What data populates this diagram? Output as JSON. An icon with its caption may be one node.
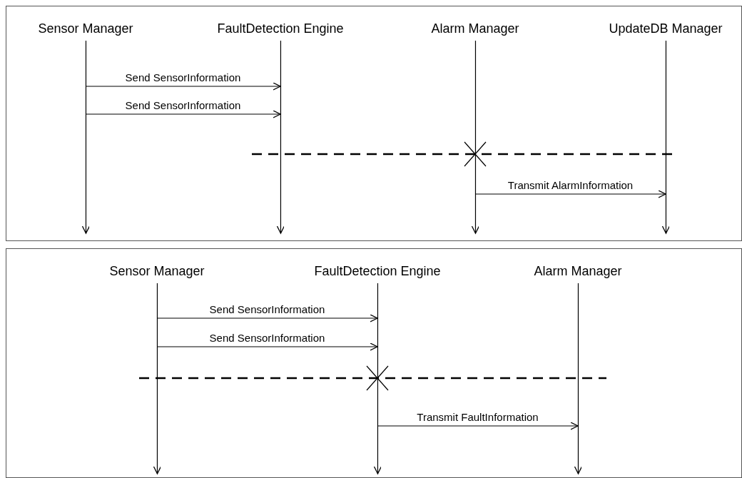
{
  "diagram": {
    "nodes": [
      {
        "text": [],
        "shape": "box"
      },
      {
        "text": [
          "Sensor Manager"
        ],
        "in": 0
      },
      {
        "text": [
          "FaultDetection Engine"
        ],
        "in": 0
      },
      {
        "text": [
          "Alarm Manager"
        ],
        "in": 0
      },
      {
        "text": [
          "UpdateDB Manager"
        ],
        "in": 0
      },
      {
        "text": [],
        "shape": "box"
      },
      {
        "text": [
          "Sensor Manager"
        ],
        "in": 5
      },
      {
        "text": [
          "FaultDetection Engine"
        ],
        "in": 5
      },
      {
        "text": [
          "Alarm Manager"
        ],
        "in": 5
      }
    ],
    "edges": [
      {
        "from": 1,
        "to": 2,
        "arrow": "to",
        "label": "Send SensorInformation"
      },
      {
        "from": 1,
        "to": 2,
        "arrow": "to",
        "label": "Send SensorInformation"
      },
      {
        "from": 3,
        "to": 4,
        "arrow": "to",
        "label": "Transmit AlarmInformation"
      },
      {
        "from": 6,
        "to": 7,
        "arrow": "to",
        "label": "Send SensorInformation"
      },
      {
        "from": 6,
        "to": 7,
        "arrow": "to",
        "label": "Send SensorInformation"
      },
      {
        "from": 7,
        "to": 8,
        "arrow": "to",
        "label": "Transmit FaultInformation"
      }
    ]
  }
}
